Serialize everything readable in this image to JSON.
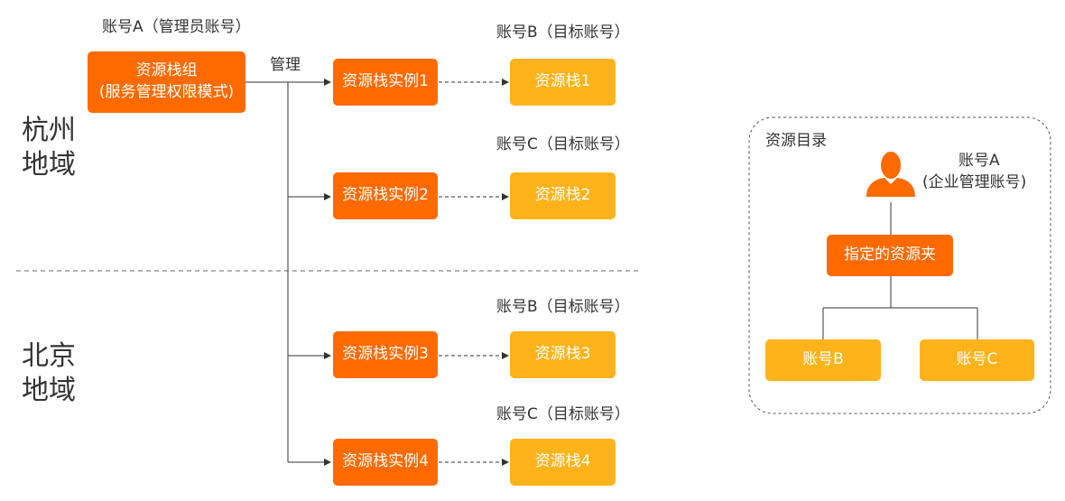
{
  "colors": {
    "orange": "#ff6a00",
    "yellow": "#ffb31a",
    "line": "#333333",
    "divider": "#666666"
  },
  "left": {
    "account_a_label": "账号A（管理员账号）",
    "stack_group_line1": "资源栈组",
    "stack_group_line2": "(服务管理权限模式)",
    "manage_label": "管理",
    "regions": [
      {
        "line1": "杭州",
        "line2": "地域"
      },
      {
        "line1": "北京",
        "line2": "地域"
      }
    ],
    "rows": [
      {
        "account_label": "账号B（目标账号）",
        "instance": "资源栈实例1",
        "stack": "资源栈1"
      },
      {
        "account_label": "账号C（目标账号）",
        "instance": "资源栈实例2",
        "stack": "资源栈2"
      },
      {
        "account_label": "账号B（目标账号）",
        "instance": "资源栈实例3",
        "stack": "资源栈3"
      },
      {
        "account_label": "账号C（目标账号）",
        "instance": "资源栈实例4",
        "stack": "资源栈4"
      }
    ]
  },
  "right": {
    "panel_title": "资源目录",
    "user_icon": "user-icon",
    "account_a_line1": "账号A",
    "account_a_line2": "(企业管理账号)",
    "folder": "指定的资源夹",
    "children": [
      "账号B",
      "账号C"
    ]
  }
}
